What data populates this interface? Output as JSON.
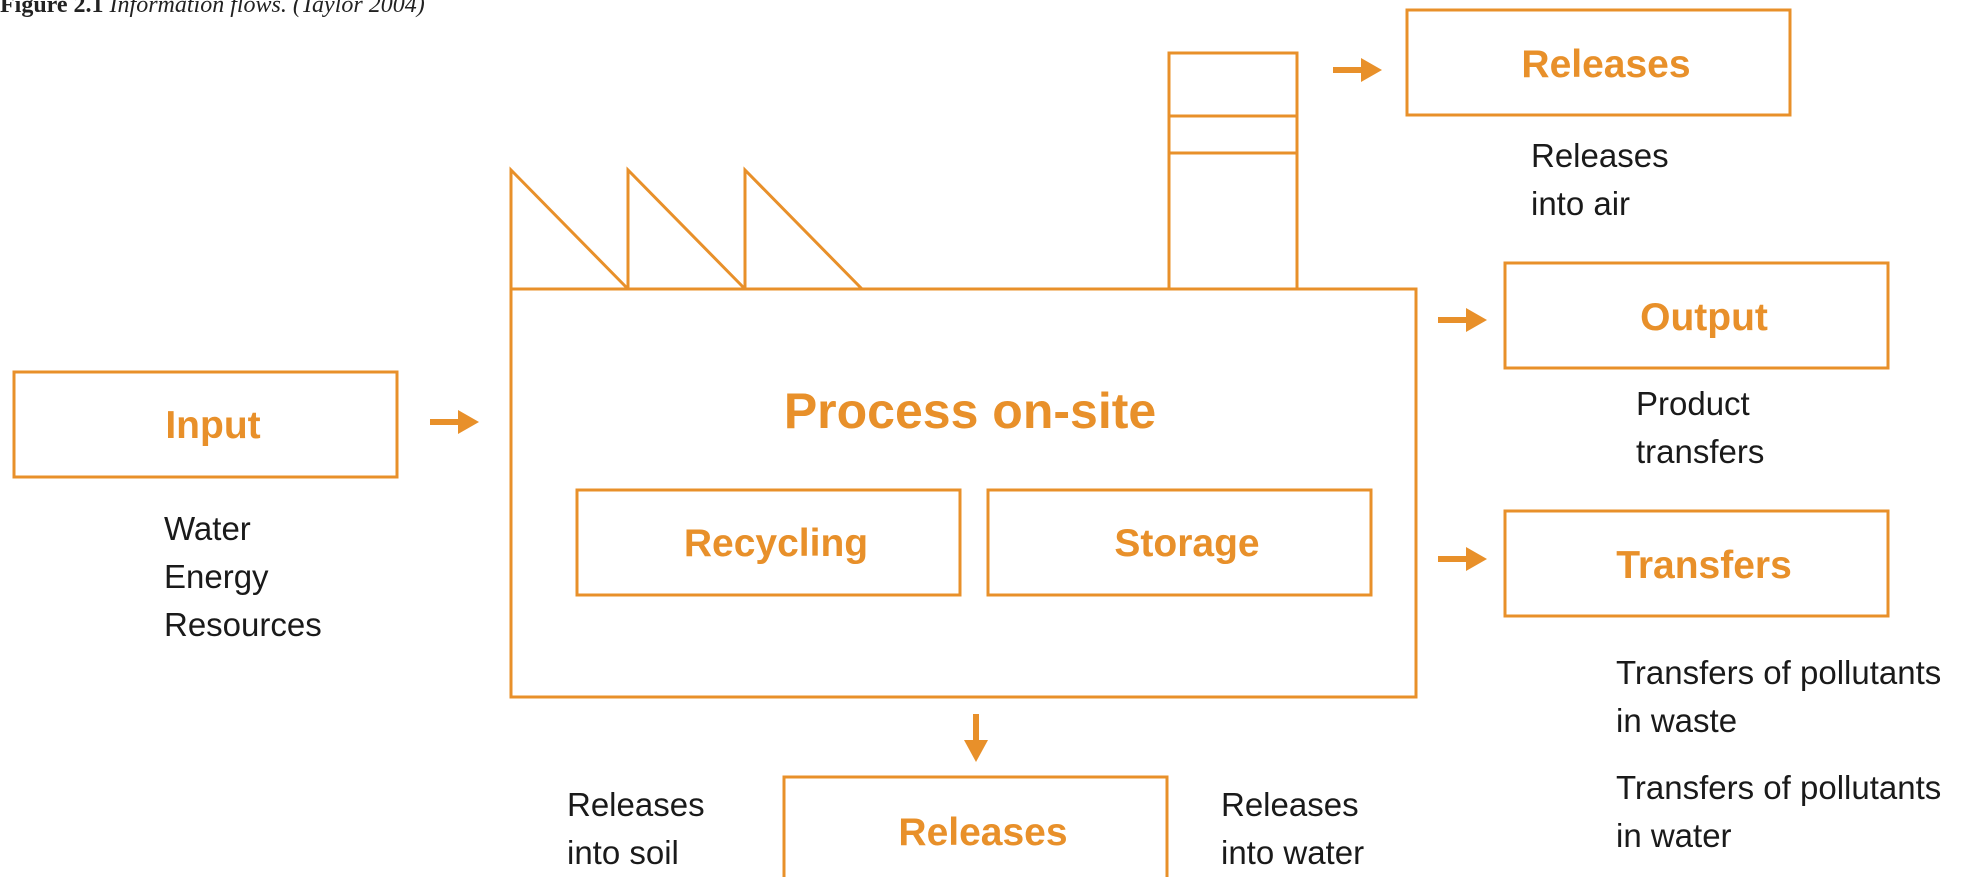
{
  "caption": {
    "number": "Figure 2.1",
    "text": "Information flows. (Taylor 2004)"
  },
  "colors": {
    "accent": "#E8902A",
    "text": "#1a1a1a"
  },
  "boxes": {
    "releases_air": "Releases",
    "output": "Output",
    "transfers": "Transfers",
    "input": "Input",
    "process": "Process on-site",
    "recycling": "Recycling",
    "storage": "Storage",
    "releases_bottom": "Releases"
  },
  "notes": {
    "air": [
      "Releases",
      "into air"
    ],
    "product": [
      "Product",
      "transfers"
    ],
    "input": [
      "Water",
      "Energy",
      "Resources"
    ],
    "transfers_waste": [
      "Transfers of pollutants",
      "in waste"
    ],
    "transfers_water": [
      "Transfers of pollutants",
      "in water"
    ],
    "soil": [
      "Releases",
      "into soil"
    ],
    "water": [
      "Releases",
      "into water"
    ]
  }
}
